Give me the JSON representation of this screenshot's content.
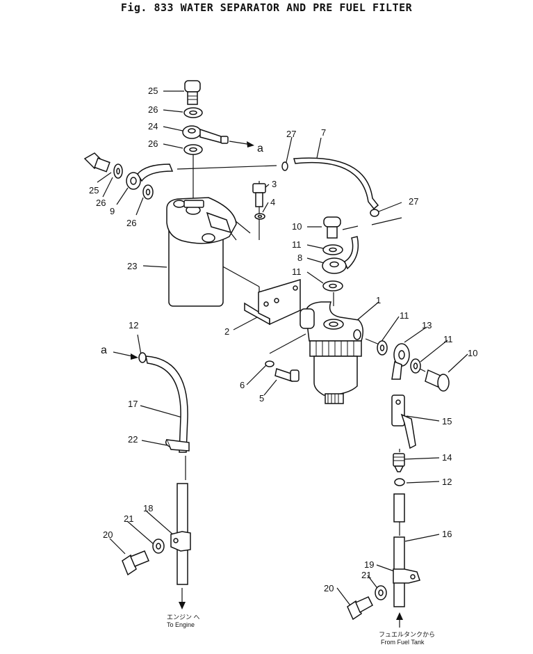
{
  "title": "Fig. 833   WATER SEPARATOR AND PRE FUEL FILTER",
  "arrow_label": "a",
  "callouts": {
    "c1": "1",
    "c2": "2",
    "c3": "3",
    "c4": "4",
    "c5": "5",
    "c6": "6",
    "c7": "7",
    "c8": "8",
    "c9": "9",
    "c10a": "10",
    "c10b": "10",
    "c11a": "11",
    "c11b": "11",
    "c11c": "11",
    "c11d": "11",
    "c12a": "12",
    "c12b": "12",
    "c13": "13",
    "c14": "14",
    "c15": "15",
    "c16": "16",
    "c17": "17",
    "c18": "18",
    "c19": "19",
    "c20a": "20",
    "c20b": "20",
    "c21a": "21",
    "c21b": "21",
    "c22": "22",
    "c23": "23",
    "c24": "24",
    "c25a": "25",
    "c25b": "25",
    "c26a": "26",
    "c26b": "26",
    "c26c": "26",
    "c26d": "26",
    "c27a": "27",
    "c27b": "27"
  },
  "captions": {
    "engine_jp": "エンジン へ",
    "engine_en": "To Engine",
    "tank_jp": "フュエルタンクから",
    "tank_en": "From Fuel Tank"
  }
}
